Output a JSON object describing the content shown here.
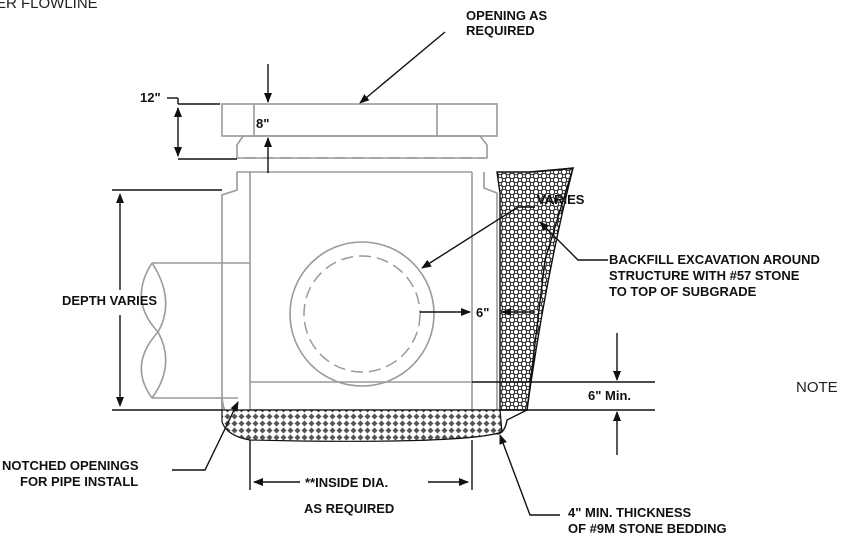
{
  "labels": {
    "flowline_partial": "ER FLOWLINE",
    "opening": [
      "OPENING AS",
      "REQUIRED"
    ],
    "dim_12": "12\"",
    "dim_8": "8\"",
    "varies": "VARIES",
    "backfill": [
      "BACKFILL EXCAVATION AROUND",
      "STRUCTURE WITH #57 STONE",
      "TO TOP OF SUBGRADE"
    ],
    "depth_varies": "DEPTH VARIES",
    "dim_6": "6\"",
    "dim_6_min": "6\" Min.",
    "note_partial": "NOTE",
    "notched": [
      "NOTCHED OPENINGS",
      "FOR PIPE INSTALL"
    ],
    "inside_dia": "**INSIDE DIA.",
    "as_required": "AS REQUIRED",
    "bedding": [
      "4\" MIN. THICKNESS",
      "OF #9M STONE BEDDING"
    ]
  },
  "colors": {
    "structure_line": "#9a9a9a",
    "dimension_line": "#111111",
    "text": "#111111"
  }
}
